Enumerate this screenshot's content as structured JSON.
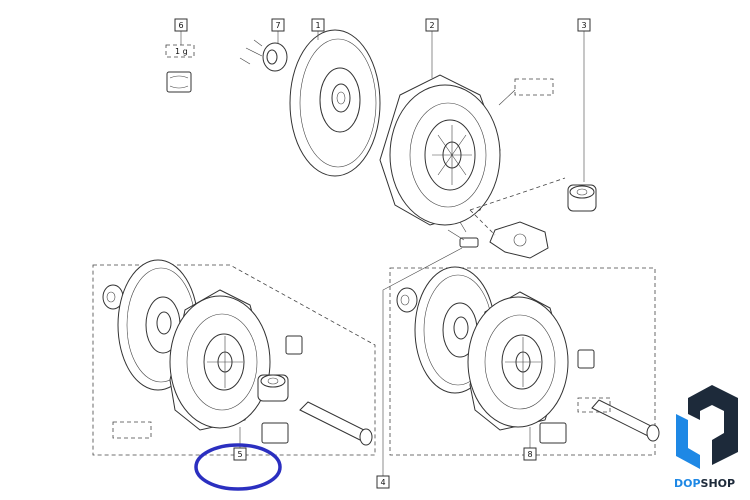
{
  "callouts": {
    "c1": "1",
    "c2": "2",
    "c3": "3",
    "c4": "4",
    "c5": "5",
    "c6": "6",
    "c7": "7",
    "c8": "8"
  },
  "small_label": "1 g",
  "brand": {
    "name_part1": "DOP",
    "name_part2": "SHOP",
    "color_dark": "#1d2a3a",
    "color_accent": "#1e88e5"
  },
  "highlight_color": "#2b2fc0"
}
